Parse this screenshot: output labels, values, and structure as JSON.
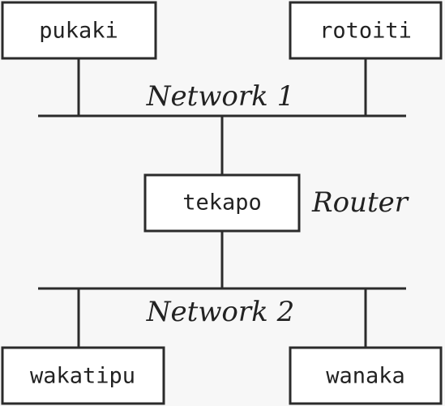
{
  "hosts": {
    "top_left": "pukaki",
    "top_right": "rotoiti",
    "bottom_left": "wakatipu",
    "bottom_right": "wanaka"
  },
  "router": {
    "name": "tekapo",
    "role_label": "Router"
  },
  "networks": {
    "upper": "Network 1",
    "lower": "Network 2"
  },
  "colors": {
    "line": "#2b2b2b",
    "text": "#222222",
    "background": "#f7f7f7"
  }
}
